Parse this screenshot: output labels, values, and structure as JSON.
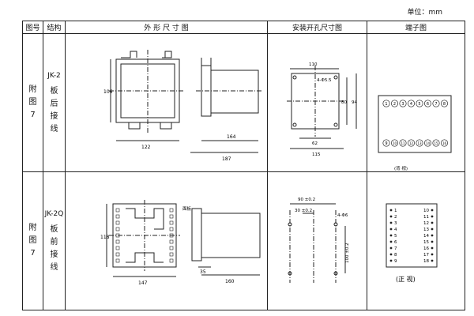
{
  "unit_label": "单位：mm",
  "headers": {
    "fig_no": "图号",
    "structure": "结构",
    "outline": "外 形 尺 寸 图",
    "cutout": "安装开孔尺寸图",
    "terminal": "端子图"
  },
  "rows": [
    {
      "fig": [
        "附",
        "图",
        "7"
      ],
      "model": "JK-2",
      "structure": [
        "板",
        "后",
        "接",
        "线"
      ],
      "dims": {
        "front_h": "106",
        "front_w": "122",
        "side_w1": "164",
        "side_w2": "187",
        "cut_w": "110",
        "cut_hole": "4-Φ5.5",
        "cut_h1": "80",
        "cut_h2": "94",
        "cut_w2": "62",
        "cut_w3": "115"
      },
      "terminal_top": [
        "1",
        "2",
        "3",
        "4",
        "5",
        "6",
        "7",
        "8"
      ],
      "terminal_bottom": [
        "9",
        "10",
        "11",
        "12",
        "13",
        "14",
        "15",
        "16"
      ],
      "view_label": "(背 视)"
    },
    {
      "fig": [
        "附",
        "图",
        "7"
      ],
      "model": "JK-2Q",
      "structure": [
        "板",
        "前",
        "接",
        "线"
      ],
      "dims": {
        "front_h": "118",
        "front_w": "147",
        "panel_label": "面板",
        "side_w1": "35",
        "side_w2": "160",
        "cut_w1": "90 ±0.2",
        "cut_w2": "30 ±0.2",
        "cut_hole": "4-Φ6",
        "cut_h": "100 ±0.2"
      },
      "terminal_left": [
        "1",
        "2",
        "3",
        "4",
        "5",
        "6",
        "7",
        "8",
        "9"
      ],
      "terminal_right": [
        "10",
        "11",
        "12",
        "13",
        "14",
        "15",
        "16",
        "17",
        "18"
      ],
      "view_label": "(正 视)"
    }
  ]
}
